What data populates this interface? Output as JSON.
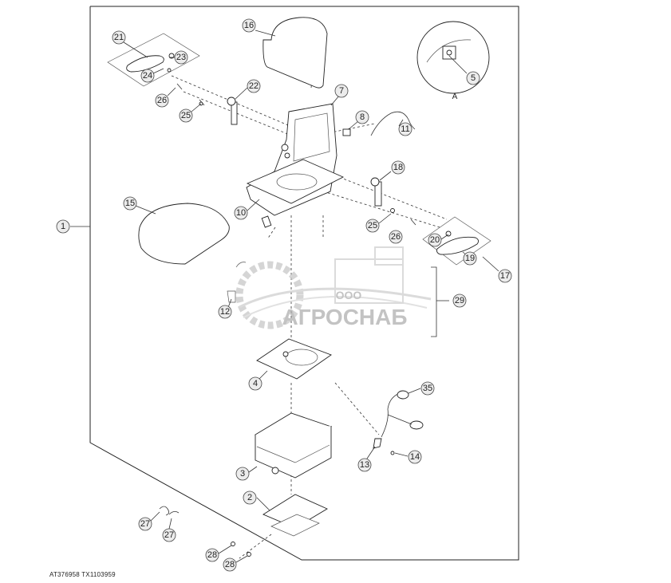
{
  "diagram": {
    "callouts": {
      "c1": "1",
      "c2": "2",
      "c3": "3",
      "c4": "4",
      "c5": "5",
      "c7": "7",
      "c8": "8",
      "c10": "10",
      "c11": "11",
      "c12": "12",
      "c13": "13",
      "c14": "14",
      "c15": "15",
      "c16": "16",
      "c17": "17",
      "c18": "18",
      "c19": "19",
      "c20": "20",
      "c21": "21",
      "c22": "22",
      "c23": "23",
      "c24": "24",
      "c25a": "25",
      "c25b": "25",
      "c26a": "26",
      "c26b": "26",
      "c27a": "27",
      "c27b": "27",
      "c28a": "28",
      "c28b": "28",
      "c29": "29",
      "c35": "35"
    },
    "detail_label": "A"
  },
  "watermark": {
    "company_prefix": "ООО",
    "company_name": "АГРОСНАБ"
  },
  "footer": {
    "ref_codes": "AT376958  TX1103959"
  }
}
